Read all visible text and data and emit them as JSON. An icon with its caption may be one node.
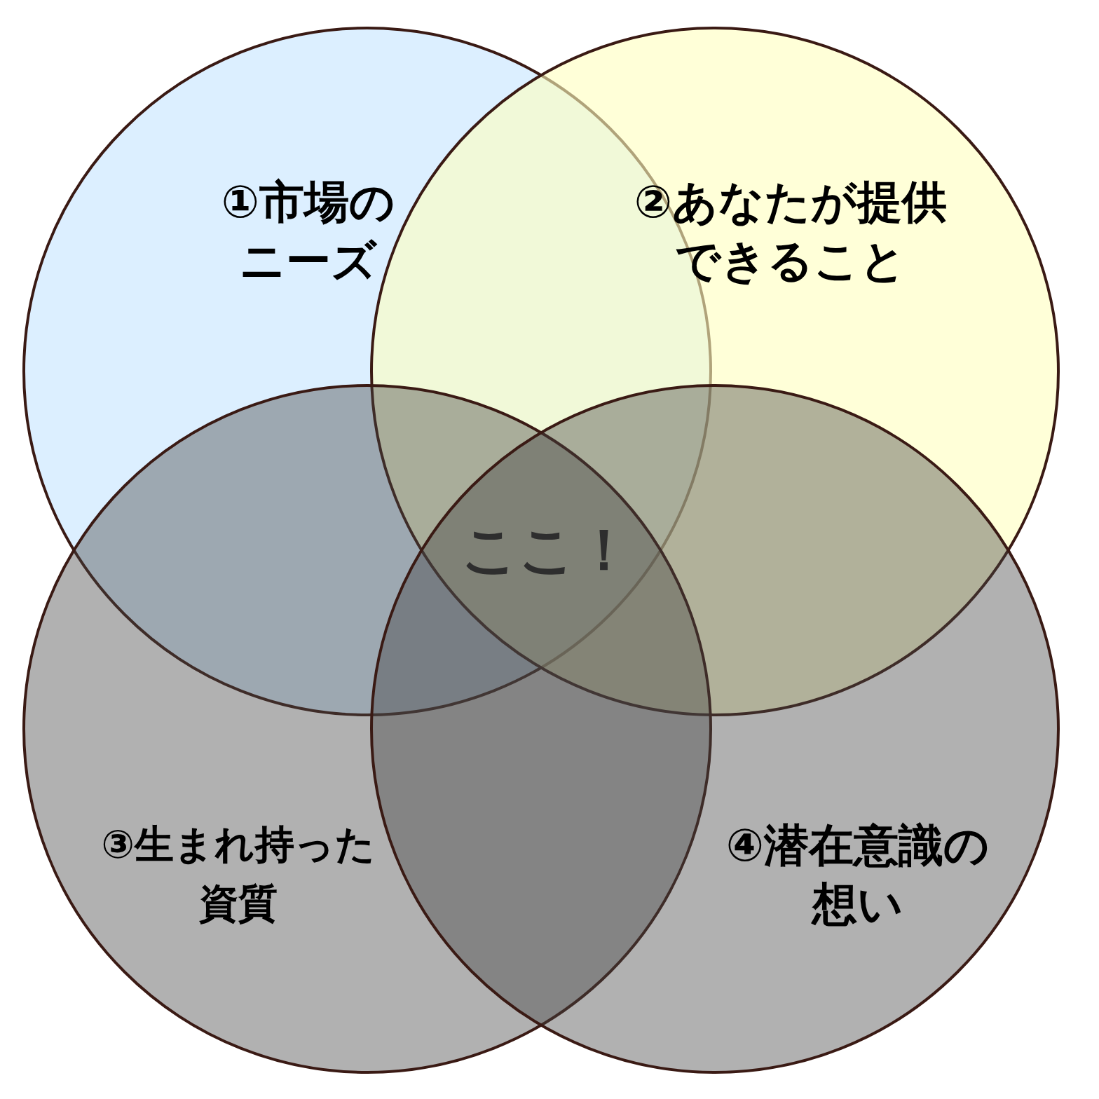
{
  "diagram": {
    "nodes": [
      {
        "text": [
          "①市場のニーズ"
        ]
      },
      {
        "text": [
          "②あなたが提供できること"
        ]
      },
      {
        "text": [
          "③生まれ持った資質"
        ]
      },
      {
        "text": [
          "④潜在意識の想い"
        ]
      }
    ],
    "labels": [
      "ここ！"
    ]
  }
}
